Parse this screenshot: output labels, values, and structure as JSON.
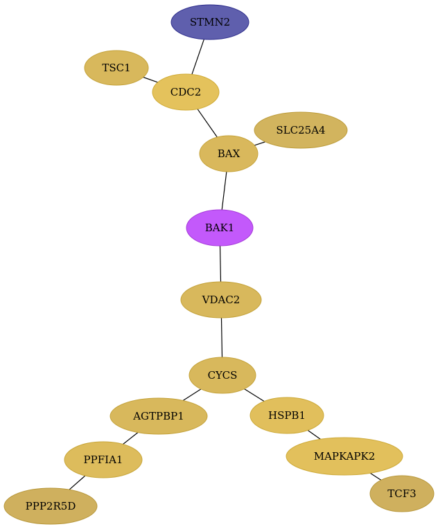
{
  "graph": {
    "nodes": [
      {
        "id": "STMN2",
        "label": "STMN2",
        "fill": "#5f5fad",
        "stroke": "#2e2e8c"
      },
      {
        "id": "TSC1",
        "label": "TSC1",
        "fill": "#d8b85c",
        "stroke": "#c4a23a"
      },
      {
        "id": "CDC2",
        "label": "CDC2",
        "fill": "#e4c25c",
        "stroke": "#d0ab36"
      },
      {
        "id": "SLC25A4",
        "label": "SLC25A4",
        "fill": "#d2b45e",
        "stroke": "#bd9c3a"
      },
      {
        "id": "BAX",
        "label": "BAX",
        "fill": "#d9b85c",
        "stroke": "#c5a238"
      },
      {
        "id": "BAK1",
        "label": "BAK1",
        "fill": "#c359fb",
        "stroke": "#a53ad8"
      },
      {
        "id": "VDAC2",
        "label": "VDAC2",
        "fill": "#d8b85c",
        "stroke": "#c4a23a"
      },
      {
        "id": "CYCS",
        "label": "CYCS",
        "fill": "#d8b85c",
        "stroke": "#c4a23a"
      },
      {
        "id": "AGTPBP1",
        "label": "AGTPBP1",
        "fill": "#d8b85c",
        "stroke": "#c4a23a"
      },
      {
        "id": "HSPB1",
        "label": "HSPB1",
        "fill": "#e1bf5c",
        "stroke": "#cca938"
      },
      {
        "id": "PPFIA1",
        "label": "PPFIA1",
        "fill": "#ddbc5c",
        "stroke": "#c8a63a"
      },
      {
        "id": "MAPKAPK2",
        "label": "MAPKAPK2",
        "fill": "#e2c05c",
        "stroke": "#ceaa38"
      },
      {
        "id": "PPP2R5D",
        "label": "PPP2R5D",
        "fill": "#cfb05e",
        "stroke": "#b8983c"
      },
      {
        "id": "TCF3",
        "label": "TCF3",
        "fill": "#cfb05e",
        "stroke": "#b8983c"
      }
    ],
    "edges": [
      {
        "source": "STMN2",
        "target": "CDC2"
      },
      {
        "source": "TSC1",
        "target": "CDC2"
      },
      {
        "source": "CDC2",
        "target": "BAX"
      },
      {
        "source": "SLC25A4",
        "target": "BAX"
      },
      {
        "source": "BAX",
        "target": "BAK1"
      },
      {
        "source": "BAK1",
        "target": "VDAC2"
      },
      {
        "source": "VDAC2",
        "target": "CYCS"
      },
      {
        "source": "CYCS",
        "target": "AGTPBP1"
      },
      {
        "source": "CYCS",
        "target": "HSPB1"
      },
      {
        "source": "AGTPBP1",
        "target": "PPFIA1"
      },
      {
        "source": "HSPB1",
        "target": "MAPKAPK2"
      },
      {
        "source": "PPFIA1",
        "target": "PPP2R5D"
      },
      {
        "source": "MAPKAPK2",
        "target": "TCF3"
      }
    ]
  }
}
